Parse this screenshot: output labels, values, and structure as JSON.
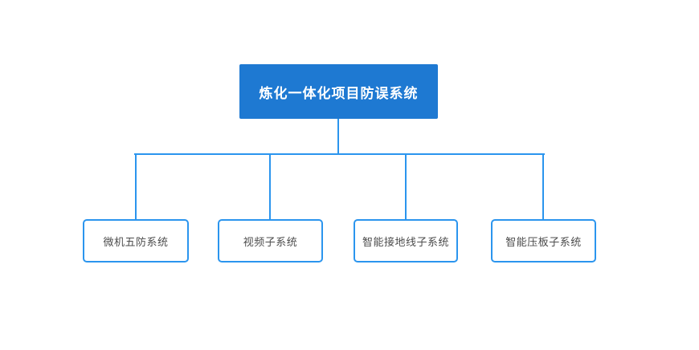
{
  "diagram": {
    "type": "org-tree",
    "root": {
      "label": "炼化一体化项目防误系统"
    },
    "children": [
      {
        "label": "微机五防系统"
      },
      {
        "label": "视频子系统"
      },
      {
        "label": "智能接地线子系统"
      },
      {
        "label": "智能压板子系统"
      }
    ],
    "colors": {
      "background": "#ffffff",
      "root_fill": "#1e79d2",
      "root_text": "#ffffff",
      "line": "#2b95ee",
      "child_border": "#2b95ee",
      "child_fill": "#ffffff",
      "child_text": "#4c4c4c"
    }
  }
}
